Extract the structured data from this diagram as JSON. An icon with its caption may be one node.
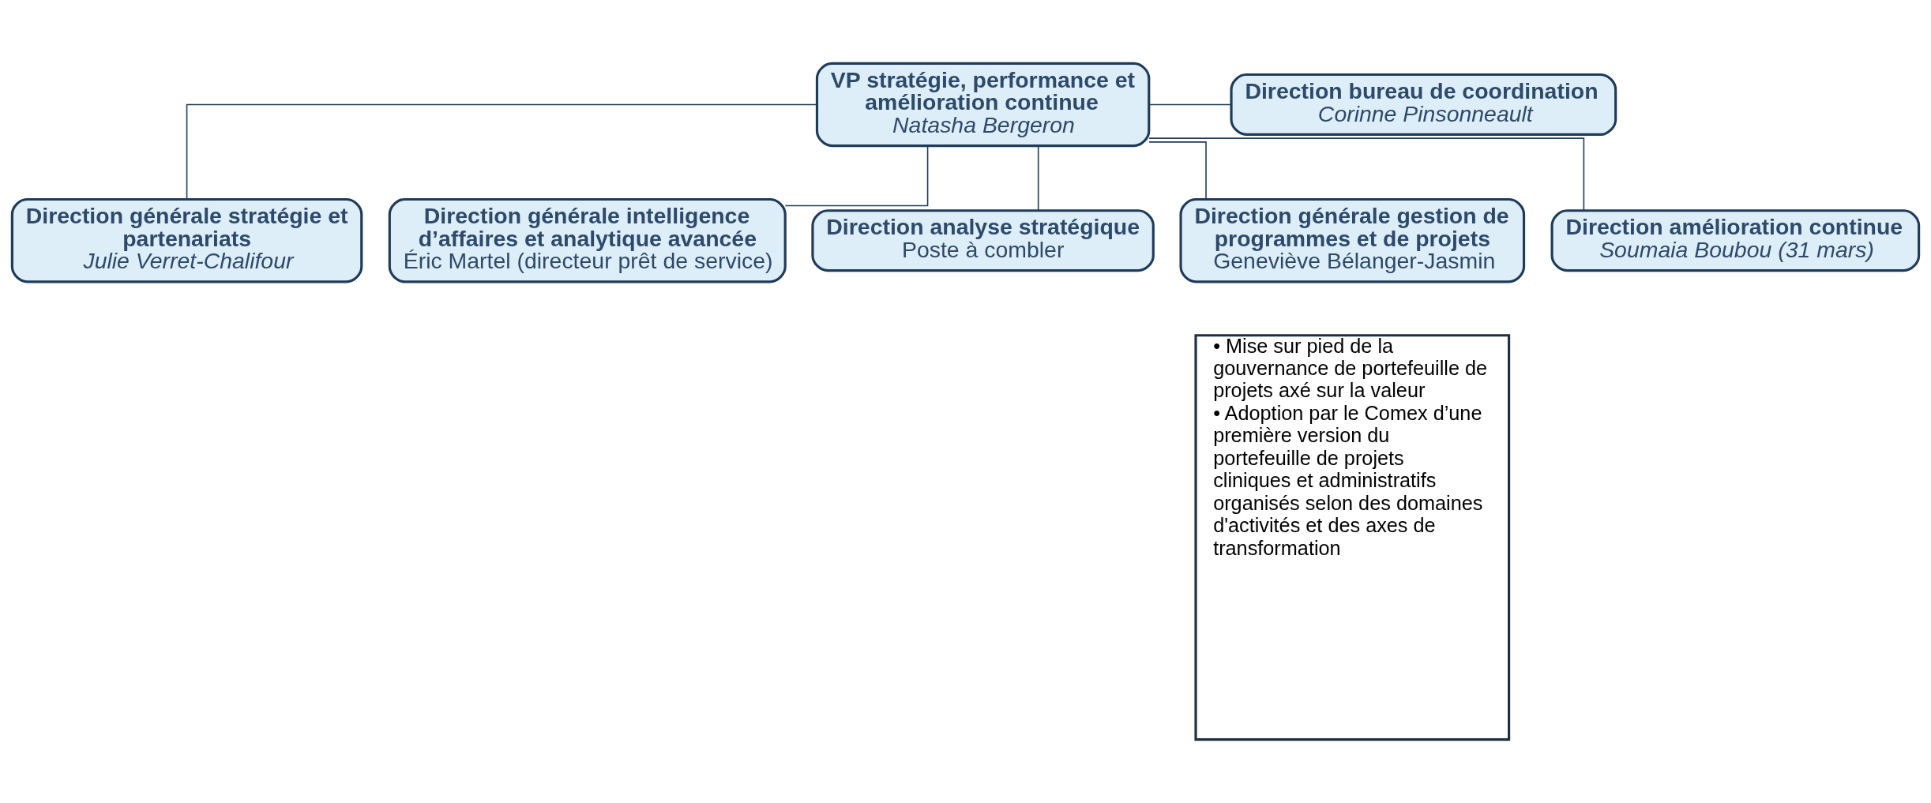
{
  "diagram": {
    "nodes": [
      {
        "text": [
          "VP stratégie, performance et amélioration continue",
          "Natasha Bergeron"
        ]
      },
      {
        "text": [
          "Direction bureau de coordination",
          "Corinne Pinsonneault"
        ]
      },
      {
        "text": [
          "Direction générale stratégie et partenariats",
          "Julie Verret-Chalifour"
        ]
      },
      {
        "text": [
          "Direction générale intelligence d’affaires et analytique avancée",
          "Éric Martel (directeur prêt de service)"
        ]
      },
      {
        "text": [
          "Direction analyse stratégique",
          "Poste à combler"
        ]
      },
      {
        "text": [
          "Direction générale gestion de programmes et de projets",
          "Geneviève Bélanger-Jasmin"
        ]
      },
      {
        "text": [
          "• Mise sur pied de la gouvernance de portefeuille de projets axé sur la valeur",
          "• Adoption par le Comex d’une première version du portefeuille de projets cliniques et administratifs organisés selon des domaines d'activités et des axes de transformation"
        ]
      },
      {
        "text": [
          "Direction amélioration continue",
          "Soumaia Boubou (31 mars)"
        ]
      }
    ],
    "edges": [
      {
        "from": 0,
        "to": 1,
        "arrow": "none"
      },
      {
        "from": 0,
        "to": 2,
        "arrow": "none"
      },
      {
        "from": 0,
        "to": 3,
        "arrow": "none"
      },
      {
        "from": 0,
        "to": 4,
        "arrow": "none"
      },
      {
        "from": 0,
        "to": 5,
        "arrow": "none"
      },
      {
        "from": 0,
        "to": 7,
        "arrow": "none"
      }
    ]
  }
}
